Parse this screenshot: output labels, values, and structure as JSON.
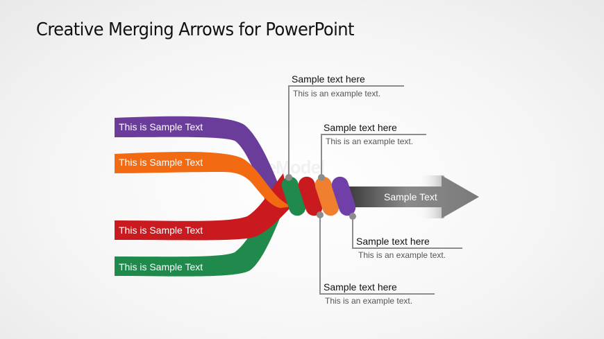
{
  "title": "Creative Merging Arrows for PowerPoint",
  "watermark": "SlideModel",
  "colors": {
    "purple": "#6a3d9a",
    "orange": "#f26b13",
    "red": "#c81a1f",
    "green": "#1f8a4c",
    "arrow_gray": "#7a7a7a",
    "connector_gray": "#8c8c8c"
  },
  "bands": [
    {
      "label": "This is Sample Text",
      "color": "purple"
    },
    {
      "label": "This is Sample Text",
      "color": "orange"
    },
    {
      "label": "This is Sample Text",
      "color": "red"
    },
    {
      "label": "This is Sample Text",
      "color": "green"
    }
  ],
  "coils": [
    {
      "color": "green"
    },
    {
      "color": "red"
    },
    {
      "color": "orange"
    },
    {
      "color": "purple"
    }
  ],
  "arrow": {
    "label": "Sample Text"
  },
  "callouts": [
    {
      "title": "Sample text here",
      "description": "This is an example text."
    },
    {
      "title": "Sample text here",
      "description": "This is an example text."
    },
    {
      "title": "Sample text here",
      "description": "This is an example text."
    },
    {
      "title": "Sample text here",
      "description": "This is an example text."
    }
  ]
}
